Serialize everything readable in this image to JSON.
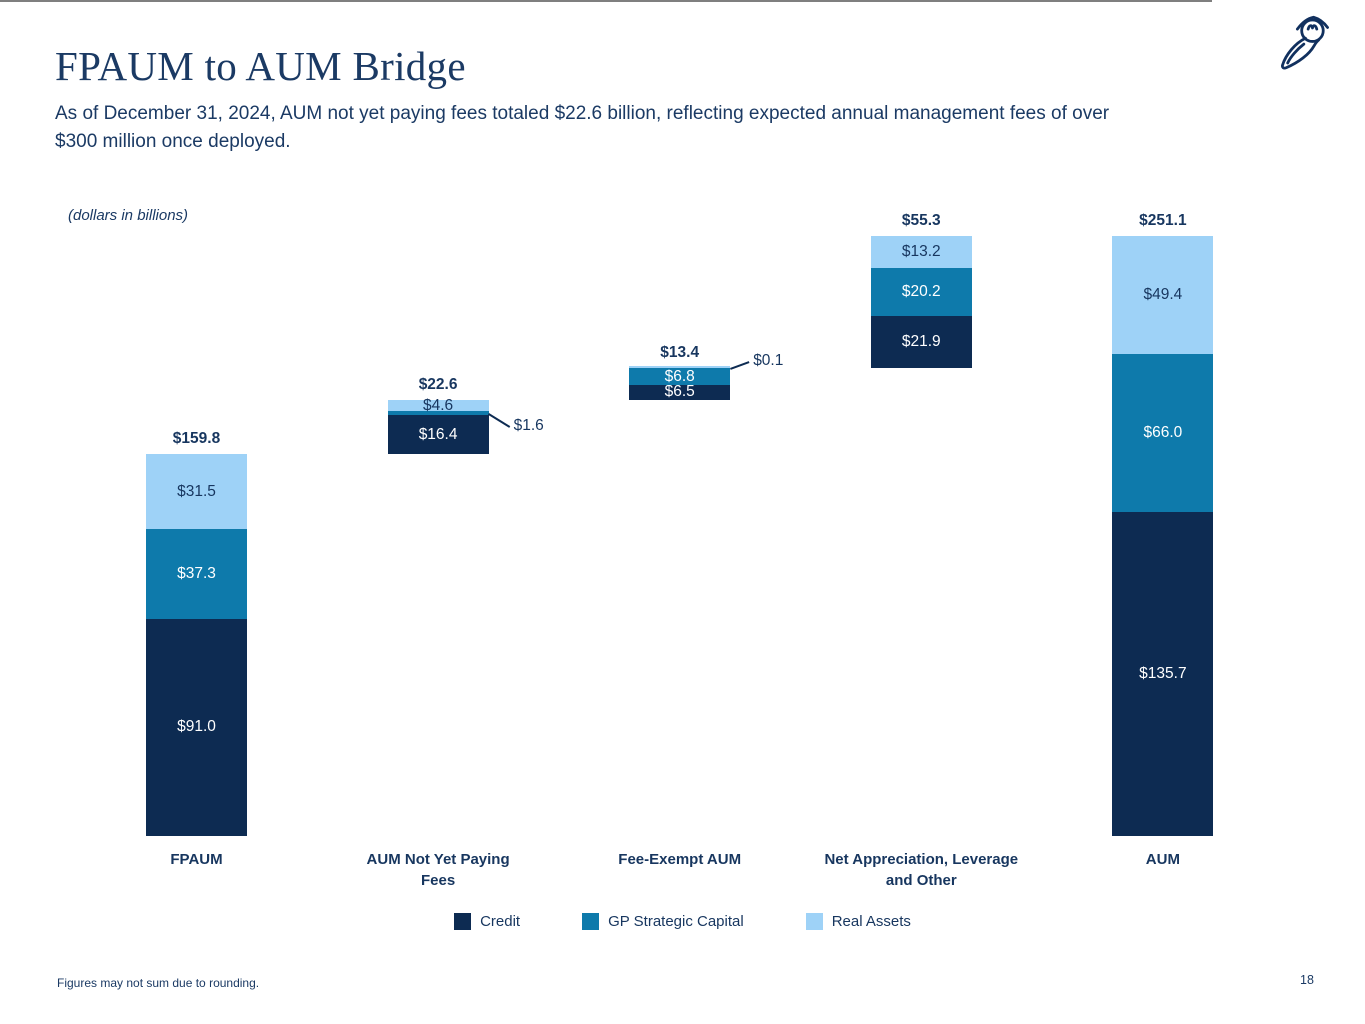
{
  "header": {
    "title": "FPAUM to AUM Bridge",
    "subtitle_lines": [
      "As of December 31, 2024, AUM not yet paying fees totaled $22.6 billion, reflecting expected annual management fees of over",
      "$300 million once deployed."
    ],
    "logo_name": "blue-owl-logo"
  },
  "chart_note": "(dollars in billions)",
  "footer": {
    "footnote": "Figures may not sum due to rounding.",
    "page_number": "18"
  },
  "colors": {
    "credit": "#0d2b52",
    "gp_strategic_capital": "#0e7aab",
    "real_assets": "#9ed2f7",
    "text_navy": "#17365f",
    "axis_line": "#7f7f7f",
    "logo_navy": "#11305e"
  },
  "legend": {
    "items": [
      {
        "label": "Credit",
        "color": "#0d2b52"
      },
      {
        "label": "GP Strategic Capital",
        "color": "#0e7aab"
      },
      {
        "label": "Real Assets",
        "color": "#9ed2f7"
      }
    ]
  },
  "chart_data": {
    "type": "bar",
    "subtype": "stacked-waterfall-bridge",
    "title": "FPAUM to AUM Bridge",
    "units": "dollars in billions",
    "grid": false,
    "legend_position": "bottom",
    "categories": [
      "FPAUM",
      "AUM Not Yet Paying Fees",
      "Fee-Exempt AUM",
      "Net Appreciation, Leverage and Other",
      "AUM"
    ],
    "totals": [
      159.8,
      22.6,
      13.4,
      55.3,
      251.1
    ],
    "series": [
      {
        "name": "Credit",
        "color": "#0d2b52",
        "values": [
          91.0,
          16.4,
          6.5,
          21.9,
          135.7
        ]
      },
      {
        "name": "GP Strategic Capital",
        "color": "#0e7aab",
        "values": [
          37.3,
          1.6,
          6.8,
          20.2,
          66.0
        ]
      },
      {
        "name": "Real Assets",
        "color": "#9ed2f7",
        "values": [
          31.5,
          4.6,
          0.1,
          13.2,
          49.4
        ]
      }
    ],
    "bars": [
      {
        "category_lines": [
          "FPAUM"
        ],
        "start": 0,
        "total": 159.8,
        "total_label": "$159.8",
        "segments": [
          {
            "series": "Credit",
            "value": 91.0,
            "label": "$91.0",
            "label_placement": "inside",
            "text": "light"
          },
          {
            "series": "GP Strategic Capital",
            "value": 37.3,
            "label": "$37.3",
            "label_placement": "inside",
            "text": "light"
          },
          {
            "series": "Real Assets",
            "value": 31.5,
            "label": "$31.5",
            "label_placement": "inside",
            "text": "dark"
          }
        ]
      },
      {
        "category_lines": [
          "AUM Not Yet Paying",
          "Fees"
        ],
        "start": 159.8,
        "total": 22.6,
        "total_label": "$22.6",
        "segments": [
          {
            "series": "Credit",
            "value": 16.4,
            "label": "$16.4",
            "label_placement": "inside",
            "text": "light"
          },
          {
            "series": "GP Strategic Capital",
            "value": 1.6,
            "label": "$1.6",
            "label_placement": "callout-down"
          },
          {
            "series": "Real Assets",
            "value": 4.6,
            "label": "$4.6",
            "label_placement": "inside",
            "text": "dark"
          }
        ]
      },
      {
        "category_lines": [
          "Fee-Exempt AUM"
        ],
        "start": 182.4,
        "total": 13.4,
        "total_label": "$13.4",
        "segments": [
          {
            "series": "Credit",
            "value": 6.5,
            "label": "$6.5",
            "label_placement": "inside",
            "text": "light"
          },
          {
            "series": "GP Strategic Capital",
            "value": 6.8,
            "label": "$6.8",
            "label_placement": "inside",
            "text": "light"
          },
          {
            "series": "Real Assets",
            "value": 0.1,
            "label": "$0.1",
            "label_placement": "callout-up"
          }
        ]
      },
      {
        "category_lines": [
          "Net Appreciation, Leverage",
          "and Other"
        ],
        "start": 195.8,
        "total": 55.3,
        "total_label": "$55.3",
        "segments": [
          {
            "series": "Credit",
            "value": 21.9,
            "label": "$21.9",
            "label_placement": "inside",
            "text": "light"
          },
          {
            "series": "GP Strategic Capital",
            "value": 20.2,
            "label": "$20.2",
            "label_placement": "inside",
            "text": "light"
          },
          {
            "series": "Real Assets",
            "value": 13.2,
            "label": "$13.2",
            "label_placement": "inside",
            "text": "dark"
          }
        ]
      },
      {
        "category_lines": [
          "AUM"
        ],
        "start": 0,
        "total": 251.1,
        "total_label": "$251.1",
        "segments": [
          {
            "series": "Credit",
            "value": 135.7,
            "label": "$135.7",
            "label_placement": "inside",
            "text": "light"
          },
          {
            "series": "GP Strategic Capital",
            "value": 66.0,
            "label": "$66.0",
            "label_placement": "inside",
            "text": "light"
          },
          {
            "series": "Real Assets",
            "value": 49.4,
            "label": "$49.4",
            "label_placement": "inside",
            "text": "dark"
          }
        ]
      }
    ]
  }
}
